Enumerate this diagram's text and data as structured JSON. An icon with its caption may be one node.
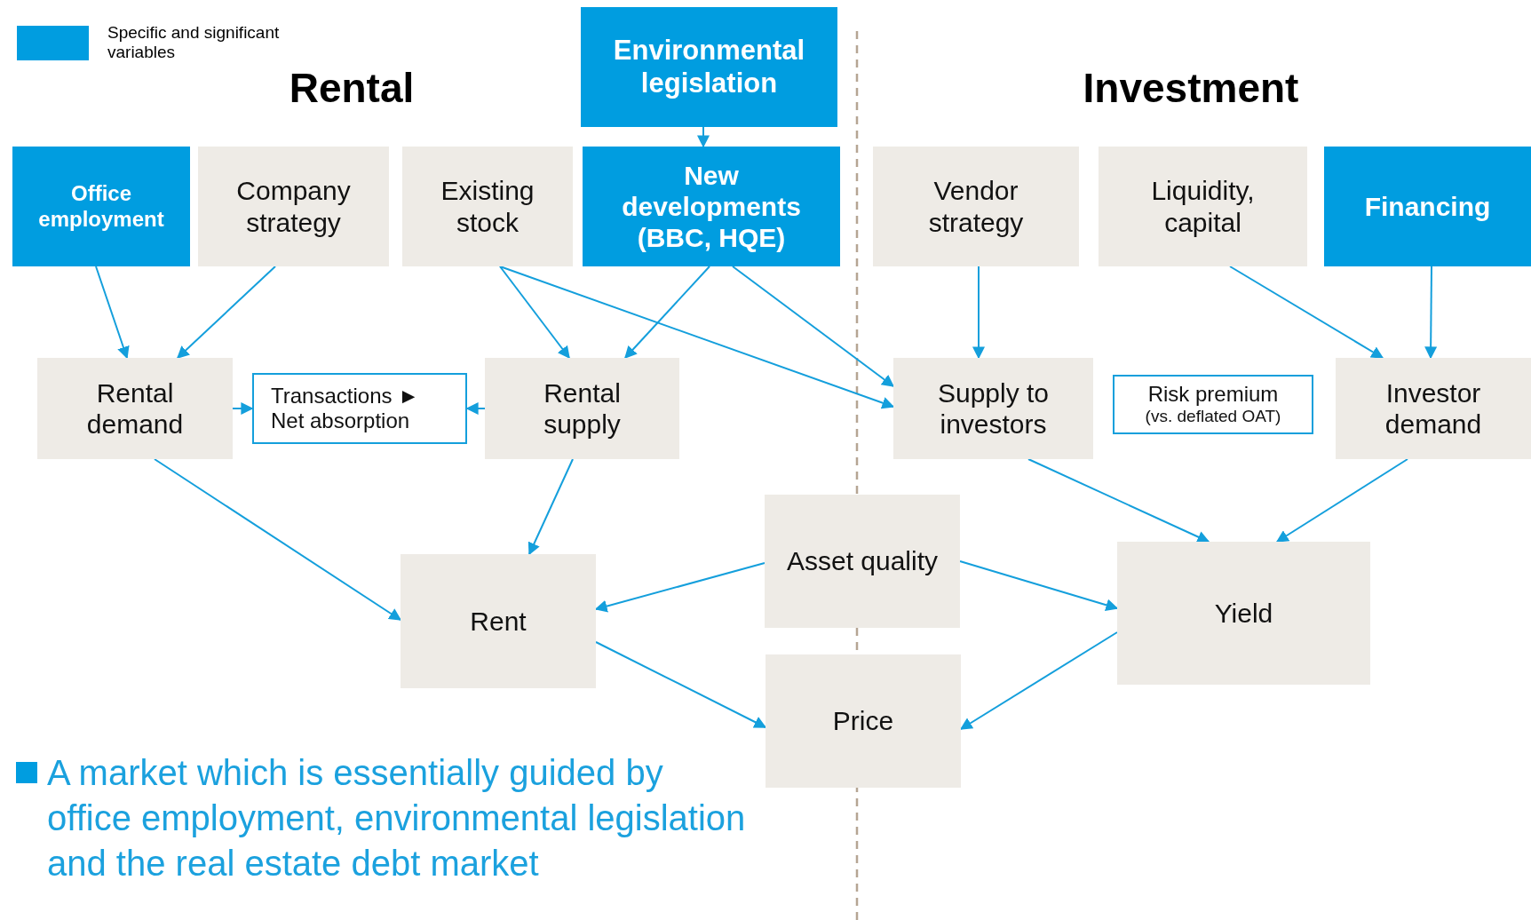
{
  "diagram": {
    "caption": "A market which is essentially guided by office employment, environmental legislation and the real estate debt market",
    "nodes": [
      {
        "text": [
          "Environmental legislation"
        ]
      },
      {
        "text": [
          "Office employment"
        ]
      },
      {
        "text": [
          "Company strategy"
        ]
      },
      {
        "text": [
          "Existing stock"
        ]
      },
      {
        "text": [
          "New developments (BBC, HQE)"
        ]
      },
      {
        "text": [
          "Vendor strategy"
        ]
      },
      {
        "text": [
          "Liquidity, capital"
        ]
      },
      {
        "text": [
          "Financing"
        ]
      },
      {
        "text": [
          "Rental demand"
        ]
      },
      {
        "text": [
          "Transactions ► Net absorption"
        ]
      },
      {
        "text": [
          "Rental supply"
        ]
      },
      {
        "text": [
          "Supply to investors"
        ]
      },
      {
        "text": [
          "Risk premium",
          "(vs. deflated OAT)"
        ]
      },
      {
        "text": [
          "Investor demand"
        ]
      },
      {
        "text": [
          "Asset quality"
        ]
      },
      {
        "text": [
          "Rent"
        ]
      },
      {
        "text": [
          "Yield"
        ]
      },
      {
        "text": [
          "Price"
        ]
      }
    ],
    "edges": [
      {
        "from": 0,
        "to": 4,
        "arrow": "to"
      },
      {
        "from": 1,
        "to": 8,
        "arrow": "to"
      },
      {
        "from": 2,
        "to": 8,
        "arrow": "to"
      },
      {
        "from": 3,
        "to": 10,
        "arrow": "to"
      },
      {
        "from": 4,
        "to": 10,
        "arrow": "to"
      },
      {
        "from": 3,
        "to": 11,
        "arrow": "to"
      },
      {
        "from": 4,
        "to": 11,
        "arrow": "to"
      },
      {
        "from": 8,
        "to": 9,
        "arrow": "to"
      },
      {
        "from": 10,
        "to": 9,
        "arrow": "to"
      },
      {
        "from": 5,
        "to": 11,
        "arrow": "to"
      },
      {
        "from": 6,
        "to": 13,
        "arrow": "to"
      },
      {
        "from": 7,
        "to": 13,
        "arrow": "to"
      },
      {
        "from": 8,
        "to": 15,
        "arrow": "to"
      },
      {
        "from": 10,
        "to": 15,
        "arrow": "to"
      },
      {
        "from": 11,
        "to": 16,
        "arrow": "to"
      },
      {
        "from": 13,
        "to": 16,
        "arrow": "to"
      },
      {
        "from": 14,
        "to": 15,
        "arrow": "to"
      },
      {
        "from": 14,
        "to": 16,
        "arrow": "to"
      },
      {
        "from": 15,
        "to": 17,
        "arrow": "to"
      },
      {
        "from": 16,
        "to": 17,
        "arrow": "to"
      }
    ],
    "labels": [
      "Rental",
      "Investment"
    ],
    "legend": [
      {
        "text": "Specific and significant variables",
        "color": "#009de0"
      }
    ]
  }
}
